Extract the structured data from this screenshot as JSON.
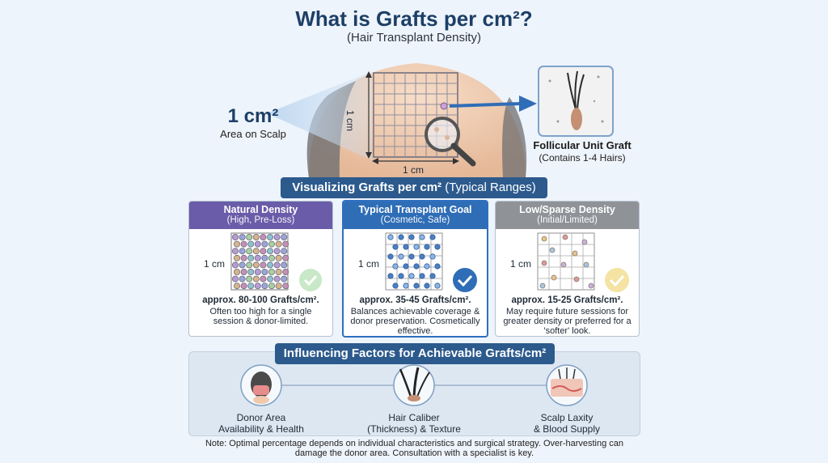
{
  "header": {
    "title": "What is Grafts per cm²?",
    "subtitle": "(Hair Transplant Density)"
  },
  "hero": {
    "area_big": "1 cm²",
    "area_small": "Area on Scalp",
    "grid_side_label": "1 cm",
    "grid_bottom_label": "1 cm",
    "graft_title": "Follicular Unit Graft",
    "graft_subtitle": "(Contains 1-4 Hairs)"
  },
  "visualizing": {
    "banner_bold": "Visualizing Grafts per cm²",
    "banner_light": " (Typical Ranges)",
    "cards": [
      {
        "title": "Natural Density",
        "subtitle": "(High, Pre-Loss)",
        "scale_label": "1 cm",
        "value": "approx. 80-100 Grafts/cm².",
        "description": "Often too high for a single session & donor-limited.",
        "check": "✓"
      },
      {
        "title": "Typical Transplant Goal",
        "subtitle": "(Cosmetic, Safe)",
        "scale_label": "1 cm",
        "value": "approx. 35-45 Grafts/cm².",
        "description": "Balances achievable coverage & donor preservation. Cosmetically effective.",
        "check": "✓"
      },
      {
        "title": "Low/Sparse Density",
        "subtitle": "(Initial/Limited)",
        "scale_label": "1 cm",
        "value": "approx. 15-25 Grafts/cm².",
        "description": "May require future sessions for greater density or preferred for a 'softer' look.",
        "check": "✓"
      }
    ]
  },
  "factors": {
    "banner": "Influencing Factors for Achievable Grafts/cm²",
    "items": [
      {
        "label_line1": "Donor Area",
        "label_line2": "Availability & Health",
        "icon": "donor-head-icon"
      },
      {
        "label_line1": "Hair Caliber",
        "label_line2": "(Thickness) & Texture",
        "icon": "hair-caliber-icon"
      },
      {
        "label_line1": "Scalp Laxity",
        "label_line2": "& Blood Supply",
        "icon": "scalp-tissue-icon"
      }
    ]
  },
  "note": "Note: Optimal percentage depends on individual characteristics and surgical strategy. Over-harvesting can damage the donor area. Consultation with a specialist is key.",
  "colors": {
    "primary": "#2c5a8d",
    "natural": "#6a5ca8",
    "typical": "#2f6db6",
    "low": "#8f9398",
    "check_green": "#8ccf8a",
    "check_yellow": "#f0d77a"
  }
}
